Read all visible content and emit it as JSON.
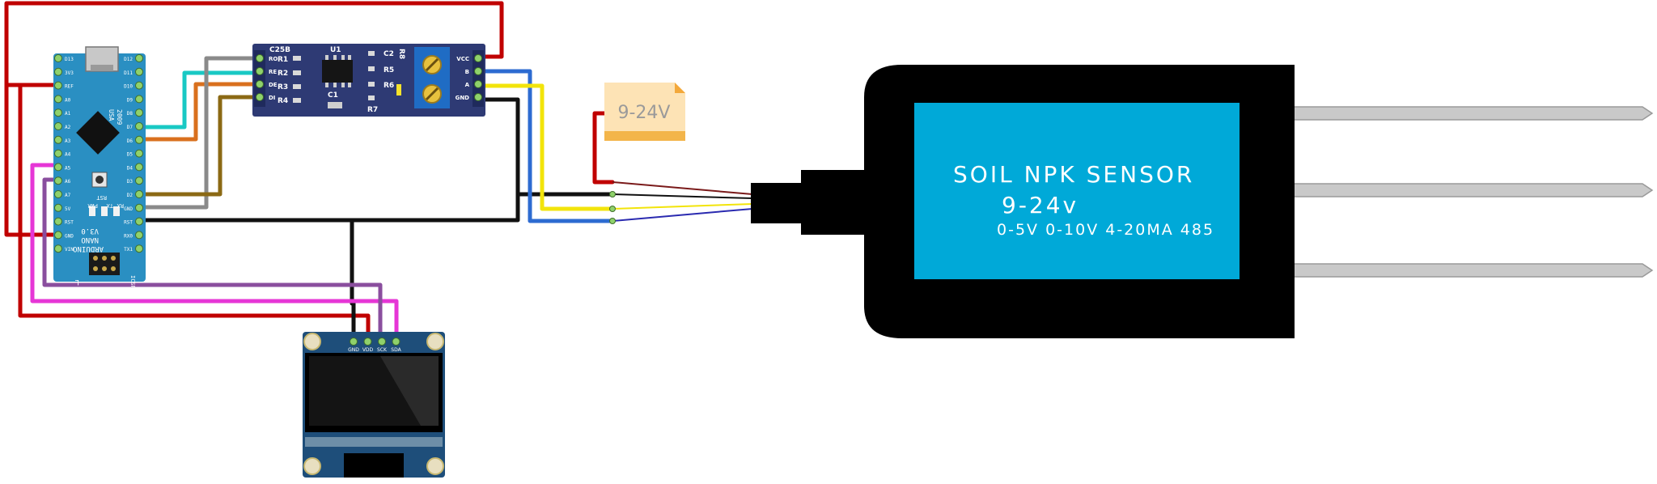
{
  "rs485": {
    "labels": {
      "c25b": "C25B",
      "u1": "U1",
      "c2": "C2",
      "r8": "R8",
      "r1": "R1",
      "r2": "R2",
      "r3": "R3",
      "r4": "R4",
      "r5": "R5",
      "r6": "R6",
      "r7": "R7",
      "c1": "C1"
    },
    "left_pins": [
      "RO",
      "RE",
      "DE",
      "DI"
    ],
    "right_pins": [
      "VCC",
      "B",
      "A",
      "GND"
    ],
    "colors": {
      "board": "#2e3a74",
      "header": "#1f2a5c",
      "terminal": "#1f6cc4"
    }
  },
  "power": {
    "label": "9-24V",
    "color": "#fde3b5"
  },
  "sensor": {
    "line1": "SOIL NPK SENSOR",
    "line2": "9-24v",
    "line3": "0-5V 0-10V 4-20MA 485",
    "colors": {
      "body": "#000000",
      "screen": "#00a9d8",
      "probe": "#c9c9c9"
    }
  },
  "oled": {
    "pins": [
      "GND",
      "VDD",
      "SCK",
      "SDA"
    ],
    "colors": {
      "board": "#1e4e7a",
      "screen": "#141414"
    }
  },
  "nano": {
    "texts": {
      "a": "ARDUINO",
      "b": "NANO",
      "c": "V3.0",
      "d": "2009",
      "e": "USA",
      "f": "RST",
      "g": "PWR",
      "h": "TX",
      "i": "RX",
      "j": "L",
      "k": "ICSP"
    },
    "left_pins": [
      "D13",
      "3V3",
      "REF",
      "A0",
      "A1",
      "A2",
      "A3",
      "A4",
      "A5",
      "A6",
      "A7",
      "5V",
      "RST",
      "GND",
      "VIN"
    ],
    "right_pins": [
      "D12",
      "D11",
      "D10",
      "D9",
      "D8",
      "D7",
      "D6",
      "D5",
      "D4",
      "D3",
      "D2",
      "GND",
      "RST",
      "RX0",
      "TX1"
    ],
    "colors": {
      "board": "#2a8fc2"
    }
  },
  "wire_colors": {
    "red": "#c00000",
    "black": "#111111",
    "blue": "#2d6bd1",
    "yellow": "#f2e40b",
    "cyan": "#19c9c4",
    "orange": "#d9701e",
    "gray": "#8a8a8a",
    "brown": "#8b6914",
    "magenta": "#e636d6",
    "purple": "#8a4e9e",
    "darkred": "#7a1a1a",
    "navy": "#2a2ab0"
  }
}
